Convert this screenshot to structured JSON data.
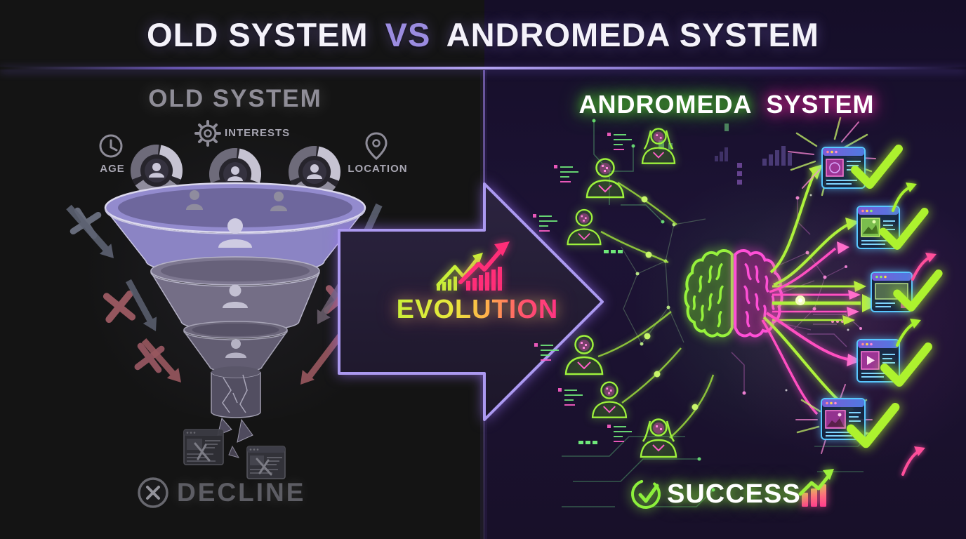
{
  "title": {
    "left": "OLD SYSTEM",
    "vs": "VS",
    "right": "ANDROMEDA SYSTEM"
  },
  "left_panel": {
    "heading": "OLD SYSTEM",
    "criteria": [
      {
        "icon": "clock-icon",
        "label": "AGE"
      },
      {
        "icon": "gear-icon",
        "label": "INTERESTS"
      },
      {
        "icon": "location-pin-icon",
        "label": "LOCATION"
      }
    ],
    "funnel": {
      "tiers": 3,
      "state": "broken"
    },
    "outcome": {
      "icon": "x-circle-icon",
      "label": "DECLINE"
    }
  },
  "center": {
    "icon": "growth-chart-icon",
    "label": "EVOLUTION",
    "container_icon": "right-arrow-icon"
  },
  "right_panel": {
    "heading": {
      "word1": "ANDROMEDA",
      "word2": "SYSTEM"
    },
    "elements": {
      "avatars": 6,
      "result_windows": 5
    },
    "outcome": {
      "icon": "check-circle-icon",
      "label": "SUCCESS",
      "trailing_icon": "growth-chart-icon"
    }
  },
  "icon_shapes": {
    "clock-icon": "circle with hands",
    "gear-icon": "cog wheel",
    "location-pin-icon": "map teardrop pin",
    "x-mark-icon": "diagonal cross",
    "down-arrow-icon": "thick diagonal arrow",
    "x-circle-icon": "x inside circle",
    "growth-chart-icon": "rising bars with arrow",
    "right-arrow-icon": "block arrow",
    "brain-icon": "two-hemisphere brain",
    "user-avatar-icon": "neon head and shoulders",
    "browser-window-icon": "neon browser card",
    "checkmark-icon": "bold check",
    "check-circle-icon": "check inside circle"
  },
  "colors": {
    "background_left": "#141414",
    "background_right_top": "#150e28",
    "background_right_bottom": "#1d1335",
    "title_text": "#f4f2fa",
    "title_vs": "#9b8ce0",
    "old_heading": "#8f8d97",
    "funnel_purple": "#938bce",
    "x_gray": "#666b7a",
    "x_red": "#96565e",
    "decline_text": "#5d5d64",
    "arrow_outline": "#ab99f0",
    "evolution_gradient_start": "#c8f038",
    "evolution_gradient_end": "#ff2e86",
    "neon_green": "#9ef23c",
    "neon_pink": "#ff4fd6",
    "neon_cyan": "#5fc8ff",
    "checkmark_green": "#adf22e"
  }
}
